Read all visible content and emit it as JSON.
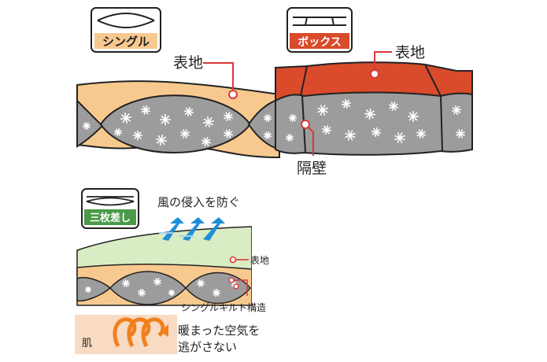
{
  "colors": {
    "peach": "#f8c98f",
    "padding_gray": "#9c9c9c",
    "red": "#d94b2b",
    "green_light": "#d9ecc3",
    "green_badge": "#4a9a4a",
    "arrow_blue": "#1e8fd6",
    "arrow_orange": "#f0801e",
    "skin": "#f6d2b3"
  },
  "badges": {
    "single": "シングル",
    "box": "ボックス",
    "sanmai": "三枚差し"
  },
  "labels": {
    "hyouji_single": "表地",
    "hyouji_box": "表地",
    "kakuheki": "隔壁",
    "wind": "風の侵入を防ぐ",
    "hyouji_layer": "表地",
    "quilt": "シングルキルト構造",
    "warm_line1": "暖まった空気を",
    "warm_line2": "逃がさない",
    "skin": "肌"
  },
  "icons": {
    "down_fiber": "down-cluster-icon",
    "wind_arrows": "wind-arrow-icon",
    "heat_arrows": "heat-arrow-icon",
    "pointer_dot": "pointer-dot-icon"
  }
}
